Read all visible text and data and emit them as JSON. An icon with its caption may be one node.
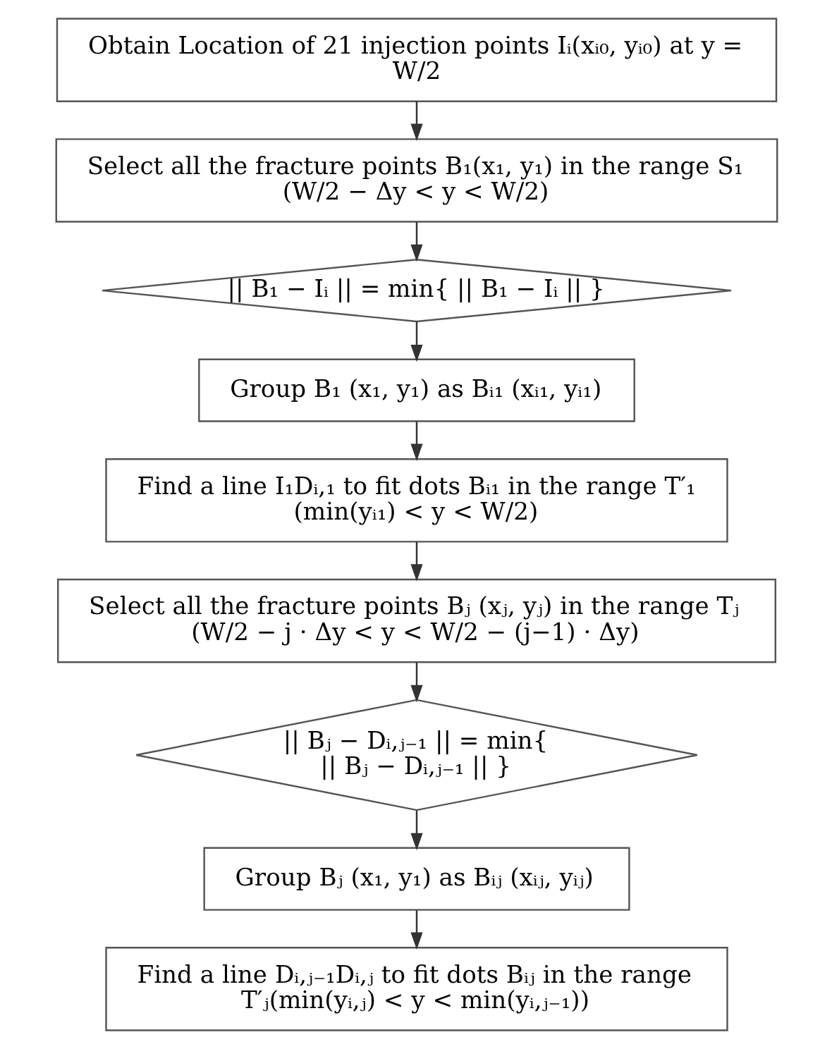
{
  "diagram": {
    "nodes": [
      {
        "text": [
          "Obtain Location of 21 injection points Iᵢ(xᵢ₀, yᵢ₀) at y = W/2"
        ]
      },
      {
        "text": [
          "Select all the fracture points B₁(x₁, y₁) in the range S₁ (W/2 − Δy < y < W/2)"
        ]
      },
      {
        "text": [
          "|| B₁ − Iᵢ || = min{ || B₁ − Iᵢ || }"
        ]
      },
      {
        "text": [
          "Group B₁ (x₁, y₁) as Bᵢ₁ (xᵢ₁, yᵢ₁)"
        ]
      },
      {
        "text": [
          "Find a line I₁Dᵢ,₁ to fit dots Bᵢ₁ in the range T′₁ (min(yᵢ₁) < y < W/2)"
        ]
      },
      {
        "text": [
          "Select all the fracture points Bⱼ (xⱼ, yⱼ) in the range Tⱼ (W/2 − j · Δy < y < W/2 − (j−1) · Δy)"
        ]
      },
      {
        "text": [
          "|| Bⱼ − Dᵢ,ⱼ₋₁ || = min{ || Bⱼ − Dᵢ,ⱼ₋₁ || }"
        ]
      },
      {
        "text": [
          "Group Bⱼ (x₁, y₁) as Bᵢⱼ (xᵢⱼ, yᵢⱼ)"
        ]
      },
      {
        "text": [
          "Find a line Dᵢ,ⱼ₋₁Dᵢ,ⱼ to fit dots Bᵢⱼ in the range T′ⱼ(min(yᵢ,ⱼ) < y < min(yᵢ,ⱼ₋₁))"
        ]
      }
    ],
    "edges": [
      {
        "from": 0,
        "to": 1,
        "arrow": "to"
      },
      {
        "from": 1,
        "to": 2,
        "arrow": "to"
      },
      {
        "from": 2,
        "to": 3,
        "arrow": "to"
      },
      {
        "from": 3,
        "to": 4,
        "arrow": "to"
      },
      {
        "from": 4,
        "to": 5,
        "arrow": "to"
      },
      {
        "from": 5,
        "to": 6,
        "arrow": "to"
      },
      {
        "from": 6,
        "to": 7,
        "arrow": "to"
      },
      {
        "from": 7,
        "to": 8,
        "arrow": "to"
      }
    ]
  }
}
